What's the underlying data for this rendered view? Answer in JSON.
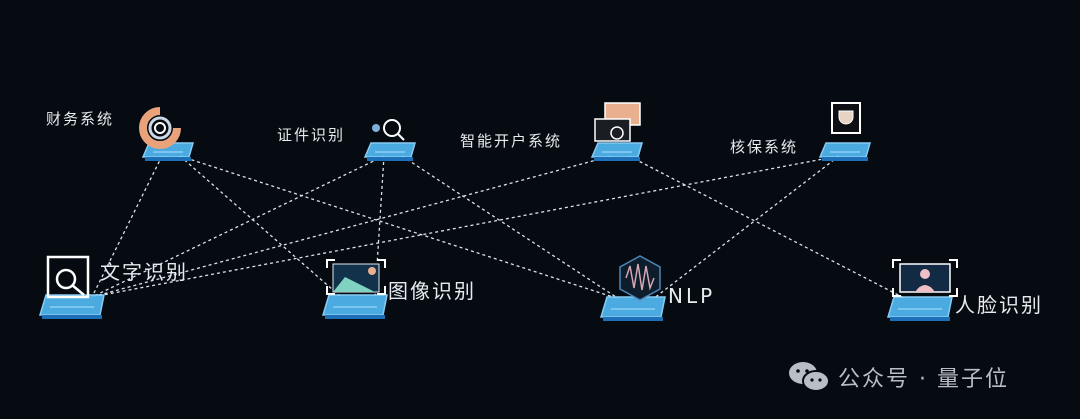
{
  "top_nodes": [
    {
      "id": "finance",
      "label": "财务系统",
      "icon": "ring-chart-icon"
    },
    {
      "id": "id_card",
      "label": "证件识别",
      "icon": "person-search-icon"
    },
    {
      "id": "account_open",
      "label": "智能开户系统",
      "icon": "bank-card-icon"
    },
    {
      "id": "underwriting",
      "label": "核保系统",
      "icon": "shield-icon"
    }
  ],
  "bottom_nodes": [
    {
      "id": "ocr",
      "label": "文字识别",
      "icon": "document-search-icon"
    },
    {
      "id": "image",
      "label": "图像识别",
      "icon": "image-icon"
    },
    {
      "id": "nlp",
      "label": "NLP",
      "icon": "waveform-hexagon-icon"
    },
    {
      "id": "face",
      "label": "人脸识别",
      "icon": "face-portrait-icon"
    }
  ],
  "connections": [
    [
      "finance",
      "ocr"
    ],
    [
      "finance",
      "image"
    ],
    [
      "finance",
      "nlp"
    ],
    [
      "id_card",
      "ocr"
    ],
    [
      "id_card",
      "image"
    ],
    [
      "id_card",
      "nlp"
    ],
    [
      "account_open",
      "ocr"
    ],
    [
      "account_open",
      "face"
    ],
    [
      "underwriting",
      "ocr"
    ],
    [
      "underwriting",
      "nlp"
    ]
  ],
  "watermark": {
    "text": "公众号 · 量子位",
    "icon": "wechat-icon"
  },
  "colors": {
    "background": "#060a11",
    "platform": "#4fb4ec",
    "line": "#d8e4ee",
    "accent_orange": "#e9a27a"
  }
}
